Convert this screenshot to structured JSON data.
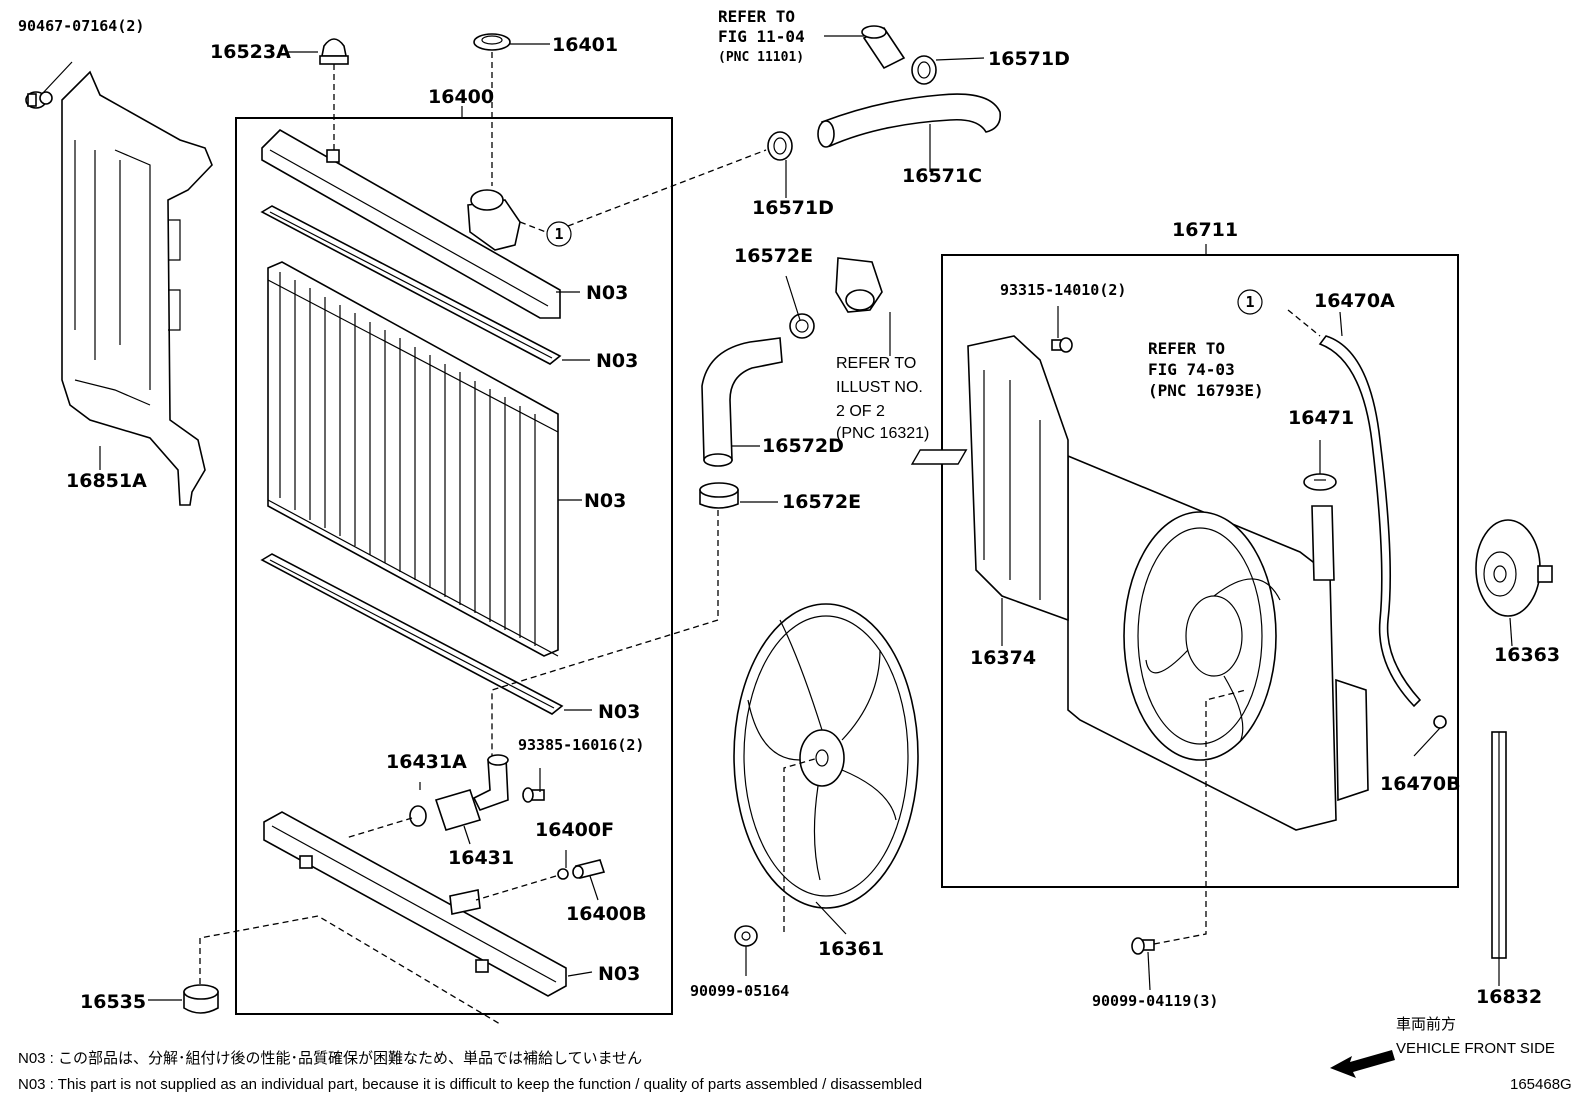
{
  "labels": {
    "p90467": "90467-07164(2)",
    "p16523A": "16523A",
    "p16401": "16401",
    "p16400": "16400",
    "p16851A": "16851A",
    "p16571D_top": "16571D",
    "p16571C": "16571C",
    "p16571D_mid": "16571D",
    "p16572E_top": "16572E",
    "p16572D": "16572D",
    "p16572E_bot": "16572E",
    "p16711": "16711",
    "p93315": "93315-14010(2)",
    "p16470A": "16470A",
    "p16471": "16471",
    "p16374": "16374",
    "p16363": "16363",
    "p16470B": "16470B",
    "p16361": "16361",
    "p16832": "16832",
    "p90099_05164": "90099-05164",
    "p90099_04119": "90099-04119(3)",
    "p16431A": "16431A",
    "p93385": "93385-16016(2)",
    "p16431": "16431",
    "p16400F": "16400F",
    "p16400B": "16400B",
    "p16535": "16535",
    "n03": "N03",
    "circle1": "1"
  },
  "refs": {
    "fig1104_l1": "REFER TO",
    "fig1104_l2": "FIG 11-04",
    "fig1104_l3": "(PNC 11101)",
    "illust_l1": "REFER TO",
    "illust_l2": "ILLUST NO.",
    "illust_l3": "2 OF 2",
    "illust_l4": "(PNC 16321)",
    "fig7403_l1": "REFER TO",
    "fig7403_l2": "FIG 74-03",
    "fig7403_l3": "(PNC 16793E)"
  },
  "footer": {
    "note_jp": "N03 : この部品は、分解･組付け後の性能･品質確保が困難なため、単品では補給していません",
    "note_en": "N03 : This part is not supplied as an individual part, because it is difficult to keep the function / quality of parts assembled / disassembled",
    "front_jp": "車両前方",
    "front_en": "VEHICLE FRONT SIDE",
    "illustration_no": "165468G"
  }
}
